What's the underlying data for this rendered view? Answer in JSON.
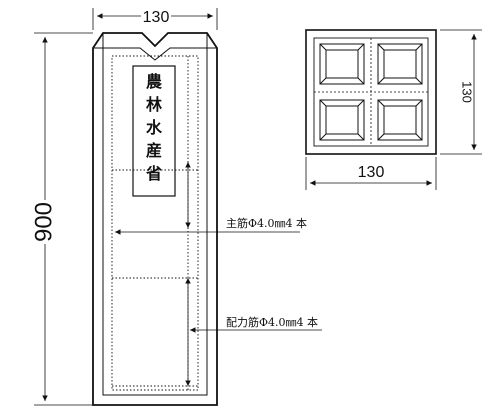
{
  "front_view": {
    "width_label": "130",
    "height_label": "900",
    "plate_chars": [
      "農",
      "林",
      "水",
      "産",
      "省"
    ],
    "main_rebar_note": "主筋Φ4.0㎜4 本",
    "distribution_rebar_note": "配力筋Φ4.0㎜4 本"
  },
  "top_view": {
    "width_label": "130",
    "height_label": "130"
  }
}
